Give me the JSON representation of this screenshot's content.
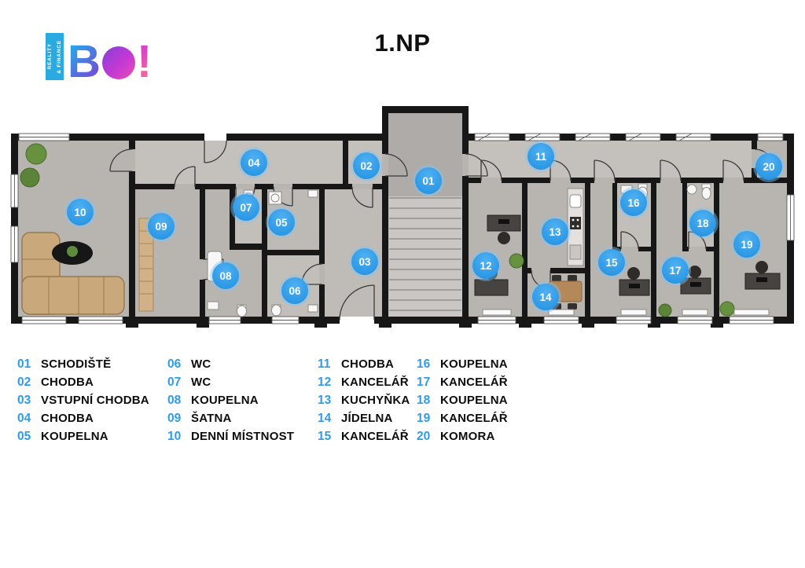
{
  "header": {
    "title": "1.NP",
    "logo": {
      "brand_b": "B",
      "brand_excl": "!",
      "tagline_line1": "REALITY",
      "tagline_line2": "& FINANCE"
    }
  },
  "colors": {
    "badge_blue": "#2f9ce8",
    "legend_number_blue": "#2e9ce8",
    "logo_blue": "#29abe2",
    "logo_purple": "#8a3fd8",
    "logo_pink": "#e94fb4",
    "wall_black": "#171717",
    "floor_gray": "#b8b5b1"
  },
  "rooms": [
    {
      "number": "01",
      "name": "SCHODIŠTĚ"
    },
    {
      "number": "02",
      "name": "CHODBA"
    },
    {
      "number": "03",
      "name": "VSTUPNÍ CHODBA"
    },
    {
      "number": "04",
      "name": "CHODBA"
    },
    {
      "number": "05",
      "name": "KOUPELNA"
    },
    {
      "number": "06",
      "name": "WC"
    },
    {
      "number": "07",
      "name": "WC"
    },
    {
      "number": "08",
      "name": "KOUPELNA"
    },
    {
      "number": "09",
      "name": "ŠATNA"
    },
    {
      "number": "10",
      "name": "DENNÍ MÍSTNOST"
    },
    {
      "number": "11",
      "name": "CHODBA"
    },
    {
      "number": "12",
      "name": "KANCELÁŘ"
    },
    {
      "number": "13",
      "name": "KUCHYŇKA"
    },
    {
      "number": "14",
      "name": "JÍDELNA"
    },
    {
      "number": "15",
      "name": "KANCELÁŘ"
    },
    {
      "number": "16",
      "name": "KOUPELNA"
    },
    {
      "number": "17",
      "name": "KANCELÁŘ"
    },
    {
      "number": "18",
      "name": "KOUPELNA"
    },
    {
      "number": "19",
      "name": "KANCELÁŘ"
    },
    {
      "number": "20",
      "name": "KOMORA"
    }
  ]
}
